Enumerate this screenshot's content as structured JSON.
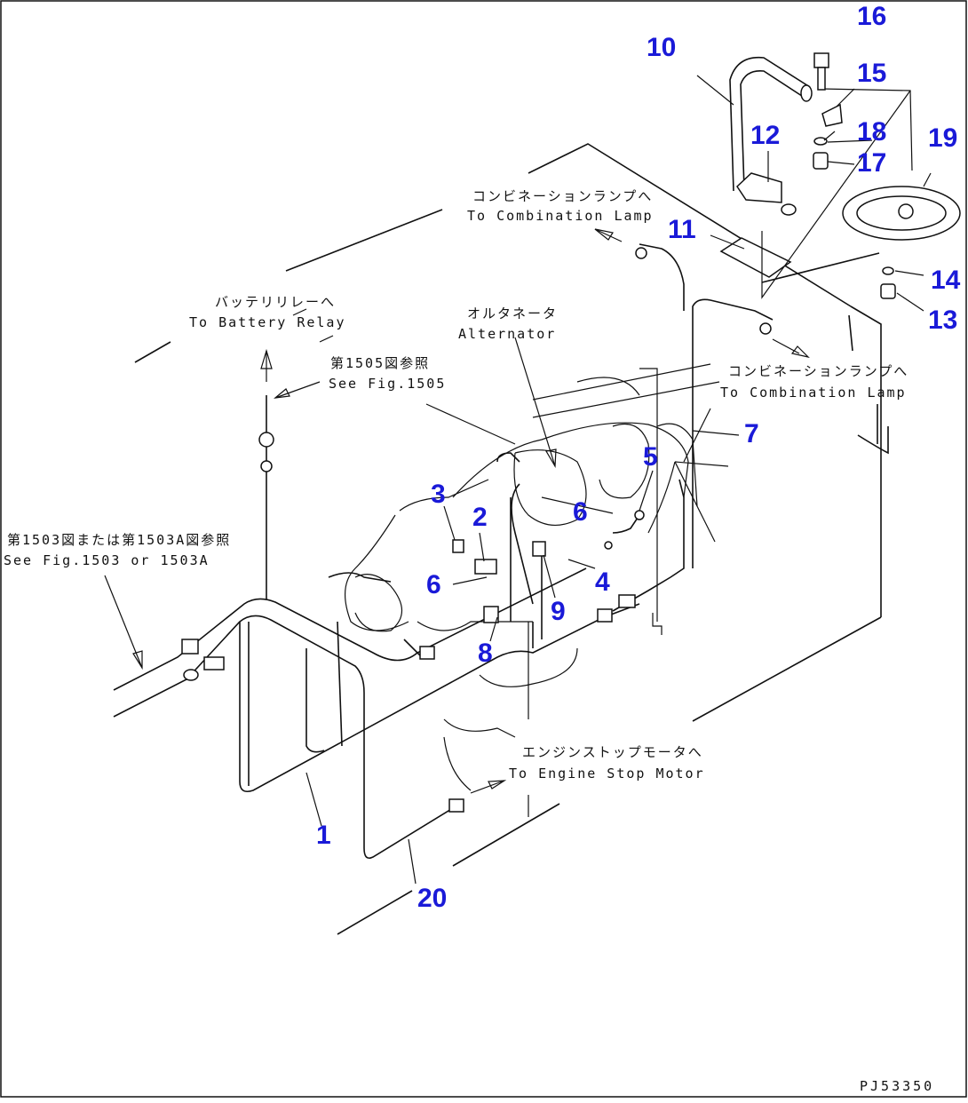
{
  "drawing": {
    "code": "PJ53350",
    "callouts": [
      "1",
      "2",
      "3",
      "4",
      "5",
      "6",
      "6",
      "7",
      "8",
      "9",
      "10",
      "11",
      "12",
      "13",
      "14",
      "15",
      "16",
      "17",
      "18",
      "19",
      "20"
    ],
    "notes": {
      "combination_lamp_top_jp": "コンビネーションランプへ",
      "combination_lamp_top_en": "To Combination Lamp",
      "battery_relay_jp": "バッテリリレーへ",
      "battery_relay_en": "To Battery Relay",
      "see_fig_1505_jp": "第1505図参照",
      "see_fig_1505_en": "See Fig.1505",
      "alternator_jp": "オルタネータ",
      "alternator_en": "Alternator",
      "combination_lamp_right_jp": "コンビネーションランプへ",
      "combination_lamp_right_en": "To Combination Lamp",
      "see_fig_1503_jp": "第1503図または第1503A図参照",
      "see_fig_1503_en": "See Fig.1503 or 1503A",
      "engine_stop_jp": "エンジンストップモータへ",
      "engine_stop_en": "To Engine Stop Motor"
    }
  }
}
